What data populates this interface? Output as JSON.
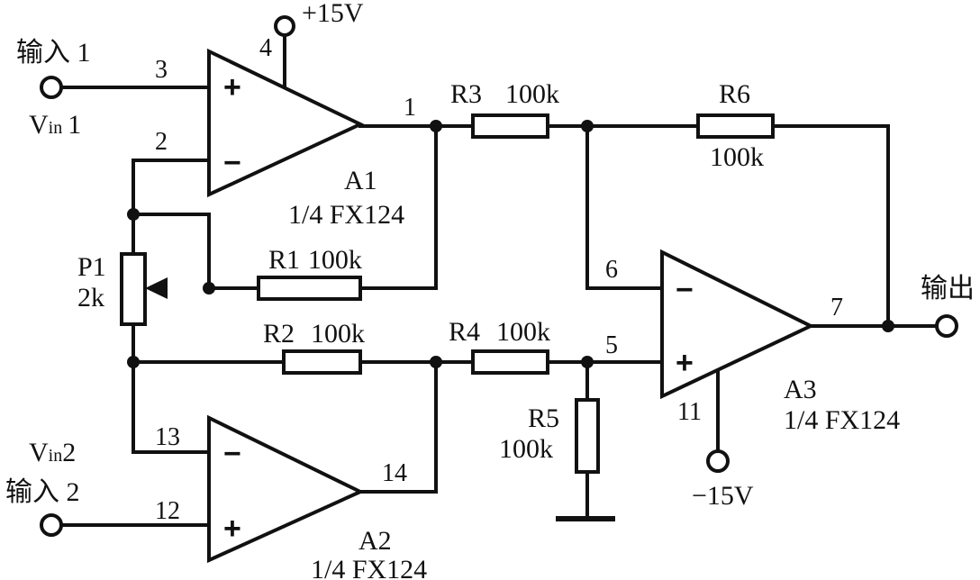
{
  "supply": {
    "vplus": "+15V",
    "vminus": "−15V"
  },
  "inputs": {
    "in1_label": "输入 1",
    "vin1_main": "V",
    "vin1_sub": "in",
    "vin1_num": "1",
    "in2_label": "输入 2",
    "vin2_main": "V",
    "vin2_sub": "in",
    "vin2_num": "2"
  },
  "output": {
    "label": "输出"
  },
  "opamps": [
    {
      "name": "A1",
      "part": "1/4 FX124",
      "plus": "+",
      "minus": "−"
    },
    {
      "name": "A2",
      "part": "1/4 FX124",
      "plus": "+",
      "minus": "−"
    },
    {
      "name": "A3",
      "part": "1/4 FX124",
      "plus": "+",
      "minus": "−"
    }
  ],
  "pins": {
    "p1": "1",
    "p2": "2",
    "p3": "3",
    "p4": "4",
    "p5": "5",
    "p6": "6",
    "p7": "7",
    "p11": "11",
    "p12": "12",
    "p13": "13",
    "p14": "14"
  },
  "resistors": {
    "r1_name": "R1",
    "r1_value": "100k",
    "r2_name": "R2",
    "r2_value": "100k",
    "r3_name": "R3",
    "r3_value": "100k",
    "r4_name": "R4",
    "r4_value": "100k",
    "r5_name": "R5",
    "r5_value": "100k",
    "r6_name": "R6",
    "r6_value": "100k"
  },
  "pot": {
    "name": "P1",
    "value": "2k"
  }
}
